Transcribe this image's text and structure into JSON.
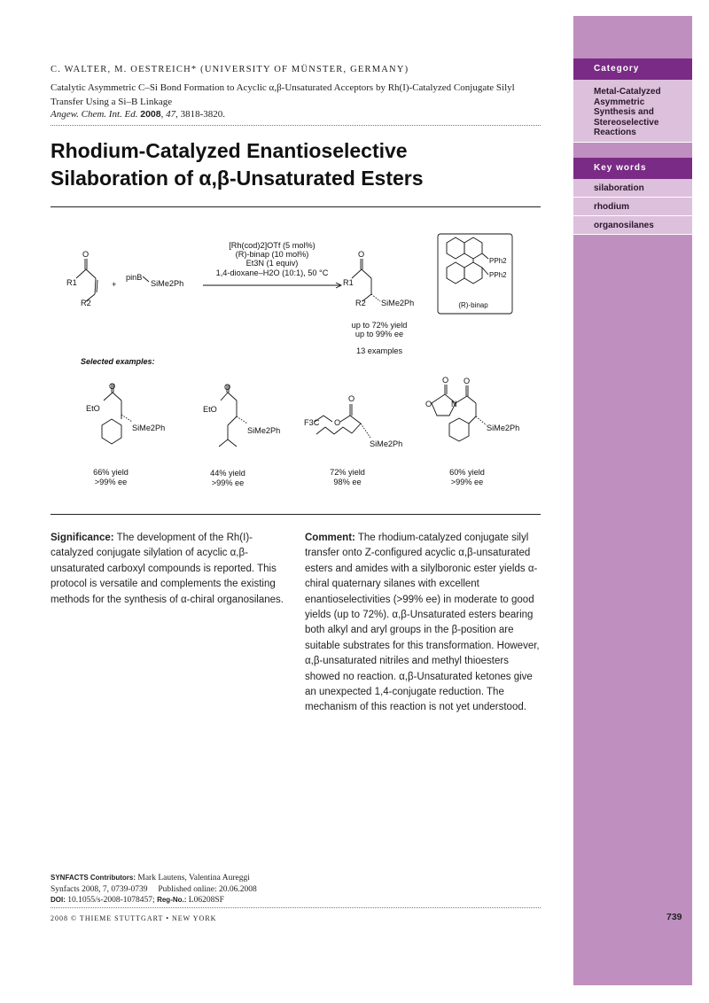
{
  "header": {
    "authors": "C. WALTER, M. OESTREICH* (UNIVERSITY OF MÜNSTER, GERMANY)",
    "ref_title": "Catalytic Asymmetric C–Si Bond Formation to Acyclic α,β-Unsaturated Acceptors by Rh(I)-Catalyzed Conjugate Silyl Transfer Using a Si–B Linkage",
    "journal_name": "Angew. Chem. Int. Ed.",
    "journal_year": "2008",
    "journal_volume": "47",
    "journal_pages": "3818-3820."
  },
  "title_line1": "Rhodium-Catalyzed Enantioselective",
  "title_line2": "Silaboration of α,β-Unsaturated Esters",
  "scheme": {
    "conditions": [
      "[Rh(cod)2]OTf (5 mol%)",
      "(R)-binap (10 mol%)",
      "Et3N (1 equiv)",
      "1,4-dioxane–H2O (10:1), 50 °C"
    ],
    "plus": "+",
    "reagent_pin": "pinB",
    "reagent_si": "SiMe2Ph",
    "sub_r1": "R1",
    "sub_r2": "R2",
    "sub_o": "O",
    "prod_r1": "R1",
    "prod_r2": "R2",
    "prod_si": "SiMe2Ph",
    "prod_o": "O",
    "result_yield": "up to 72% yield",
    "result_ee": "up to 99% ee",
    "result_count": "13 examples",
    "ligand_pph2_a": "PPh2",
    "ligand_pph2_b": "PPh2",
    "ligand_name": "(R)-binap",
    "selected": "Selected examples:",
    "examples": [
      {
        "yield": "66% yield",
        "ee": ">99% ee",
        "si": "SiMe2Ph",
        "o": "O",
        "alkoxy": "EtO"
      },
      {
        "yield": "44% yield",
        "ee": ">99% ee",
        "si": "SiMe2Ph",
        "o": "O",
        "alkoxy": "EtO"
      },
      {
        "yield": "72% yield",
        "ee": "98% ee",
        "si": "SiMe2Ph",
        "o": "O",
        "alkoxy": "F3C",
        "o2": "O"
      },
      {
        "yield": "60% yield",
        "ee": ">99% ee",
        "si": "SiMe2Ph",
        "o": "O",
        "o2": "O",
        "o3": "O",
        "n": "N"
      }
    ]
  },
  "significance_label": "Significance:",
  "significance_text": "The development of the Rh(I)-catalyzed conjugate silylation of acyclic α,β-unsaturated carboxyl compounds is reported. This protocol is versatile and complements the existing methods for the synthesis of α-chiral organosilanes.",
  "comment_label": "Comment:",
  "comment_text": "The rhodium-catalyzed conjugate silyl transfer onto Z-configured acyclic α,β-unsaturated esters and amides with a silylboronic ester yields α-chiral quaternary silanes with excellent enantioselectivities (>99% ee) in moderate to good yields (up to 72%). α,β-Unsaturated esters bearing both alkyl and aryl groups in the β-position are suitable substrates for this transformation. However, α,β-unsaturated nitriles and methyl thioesters showed no reaction. α,β-Unsaturated ketones give an unexpected 1,4-conjugate reduction. The mechanism of this reaction is not yet understood.",
  "footer": {
    "contrib_label": "SYNFACTS Contributors:",
    "contrib_names": "Mark Lautens, Valentina Aureggi",
    "citation": "Synfacts 2008, 7, 0739-0739     Published online: 20.06.2008",
    "doi_label": "DOI:",
    "doi": "10.1055/s-2008-1078457;",
    "reg_label": "Reg-No.:",
    "reg": "L06208SF",
    "copyright": "2008 © THIEME STUTTGART • NEW YORK"
  },
  "sidebar": {
    "category_label": "Category",
    "category_lines": [
      "Metal-Catalyzed",
      "Asymmetric",
      "Synthesis and",
      "Stereoselective",
      "Reactions"
    ],
    "keywords_label": "Key words",
    "keywords": [
      "silaboration",
      "rhodium",
      "organosilanes"
    ],
    "page_number": "739"
  }
}
